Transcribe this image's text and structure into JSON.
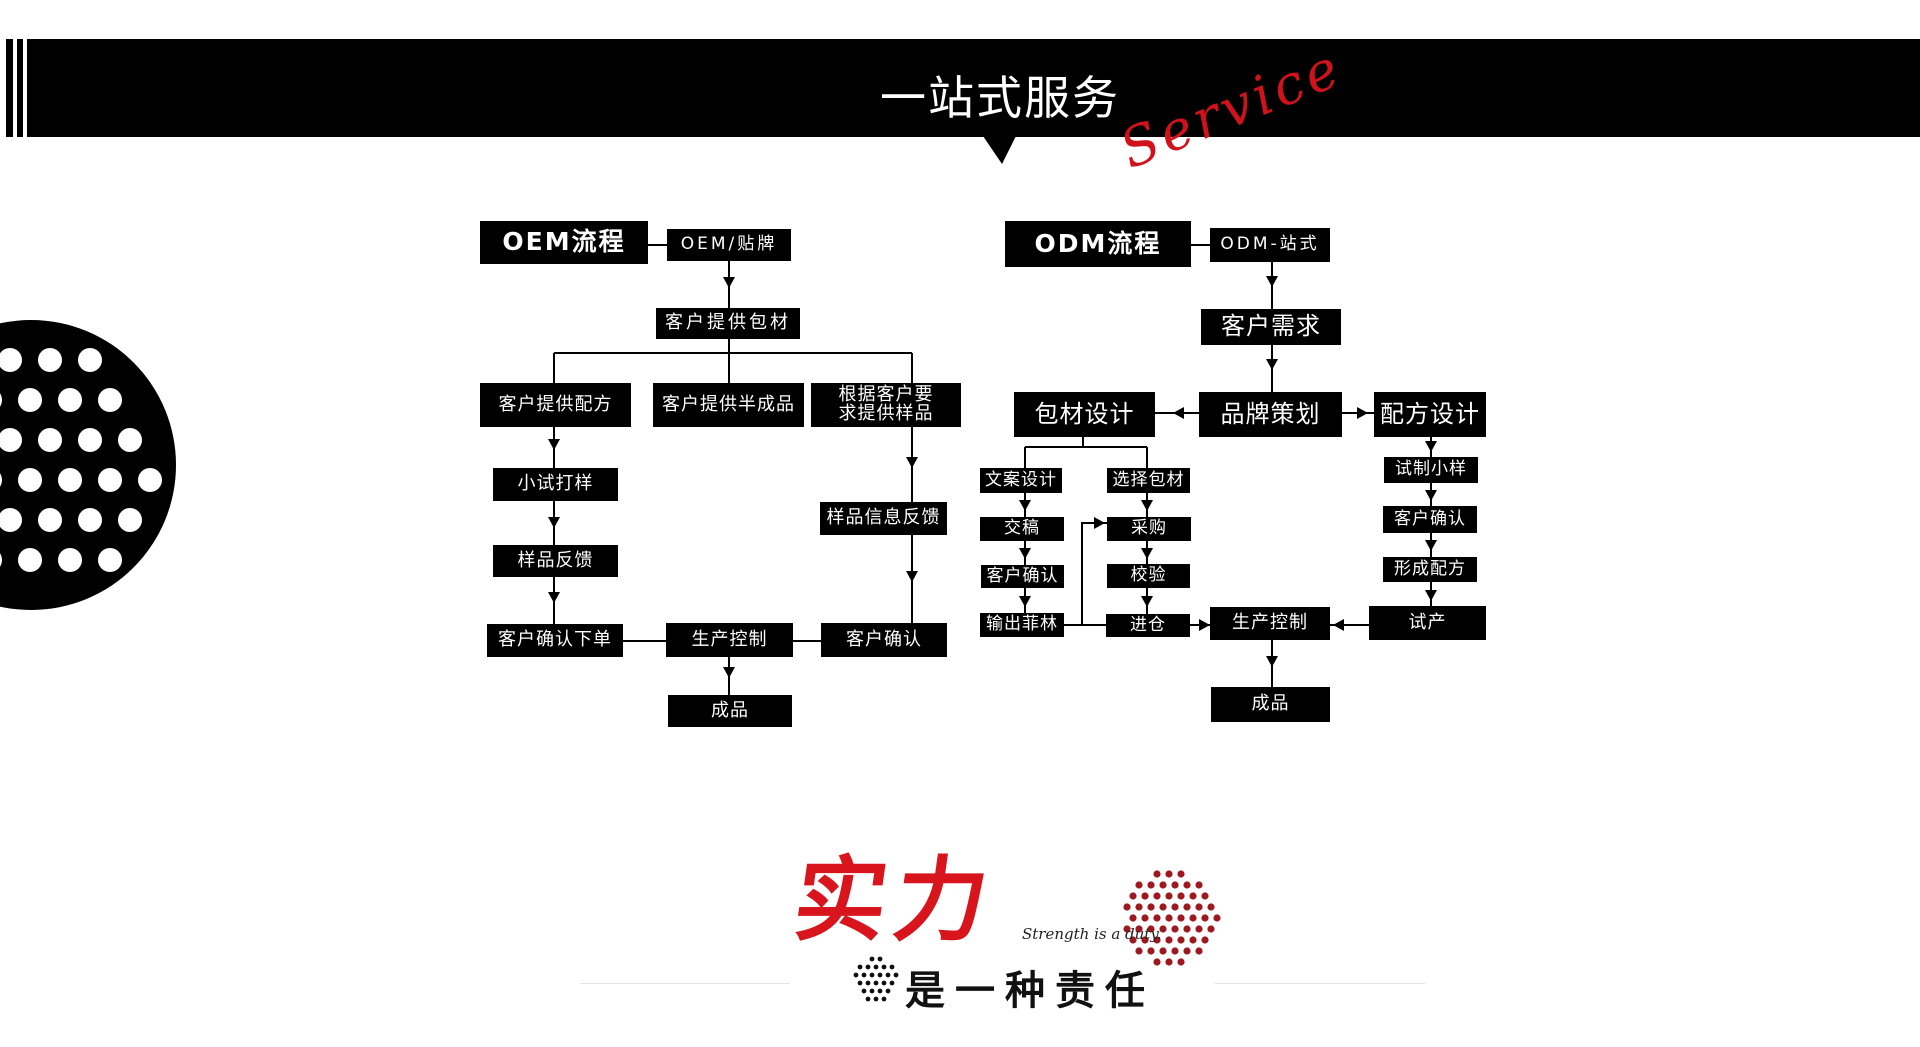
{
  "header": {
    "title": "一站式服务",
    "subtitle": "Service",
    "accent_color": "#d0121b"
  },
  "oem": {
    "title": "OEM流程",
    "start": "OEM/贴牌",
    "step1": "客户提供包材",
    "branch_left": "客户提供配方",
    "branch_mid": "客户提供半成品",
    "branch_right": "根据客户要求提供样品",
    "left_1": "小试打样",
    "left_2": "样品反馈",
    "left_3": "客户确认下单",
    "right_1": "样品信息反馈",
    "right_2": "客户确认",
    "production": "生产控制",
    "finished": "成品"
  },
  "odm": {
    "title": "ODM流程",
    "start": "ODM-站式",
    "demand": "客户需求",
    "brand": "品牌策划",
    "pack_design": "包材设计",
    "formula_design": "配方设计",
    "copy_design": "文案设计",
    "submit": "交稿",
    "confirm_left": "客户确认",
    "film": "输出菲林",
    "select_pack": "选择包材",
    "purchase": "采购",
    "inspect": "校验",
    "warehouse": "进仓",
    "trial_sample": "试制小样",
    "confirm_right": "客户确认",
    "form_formula": "形成配方",
    "trial_production": "试产",
    "production": "生产控制",
    "finished": "成品"
  },
  "slogan": {
    "main": "实力",
    "english": "Strength is a duty.",
    "sub": "是一种责任",
    "color": "#d8151c"
  }
}
